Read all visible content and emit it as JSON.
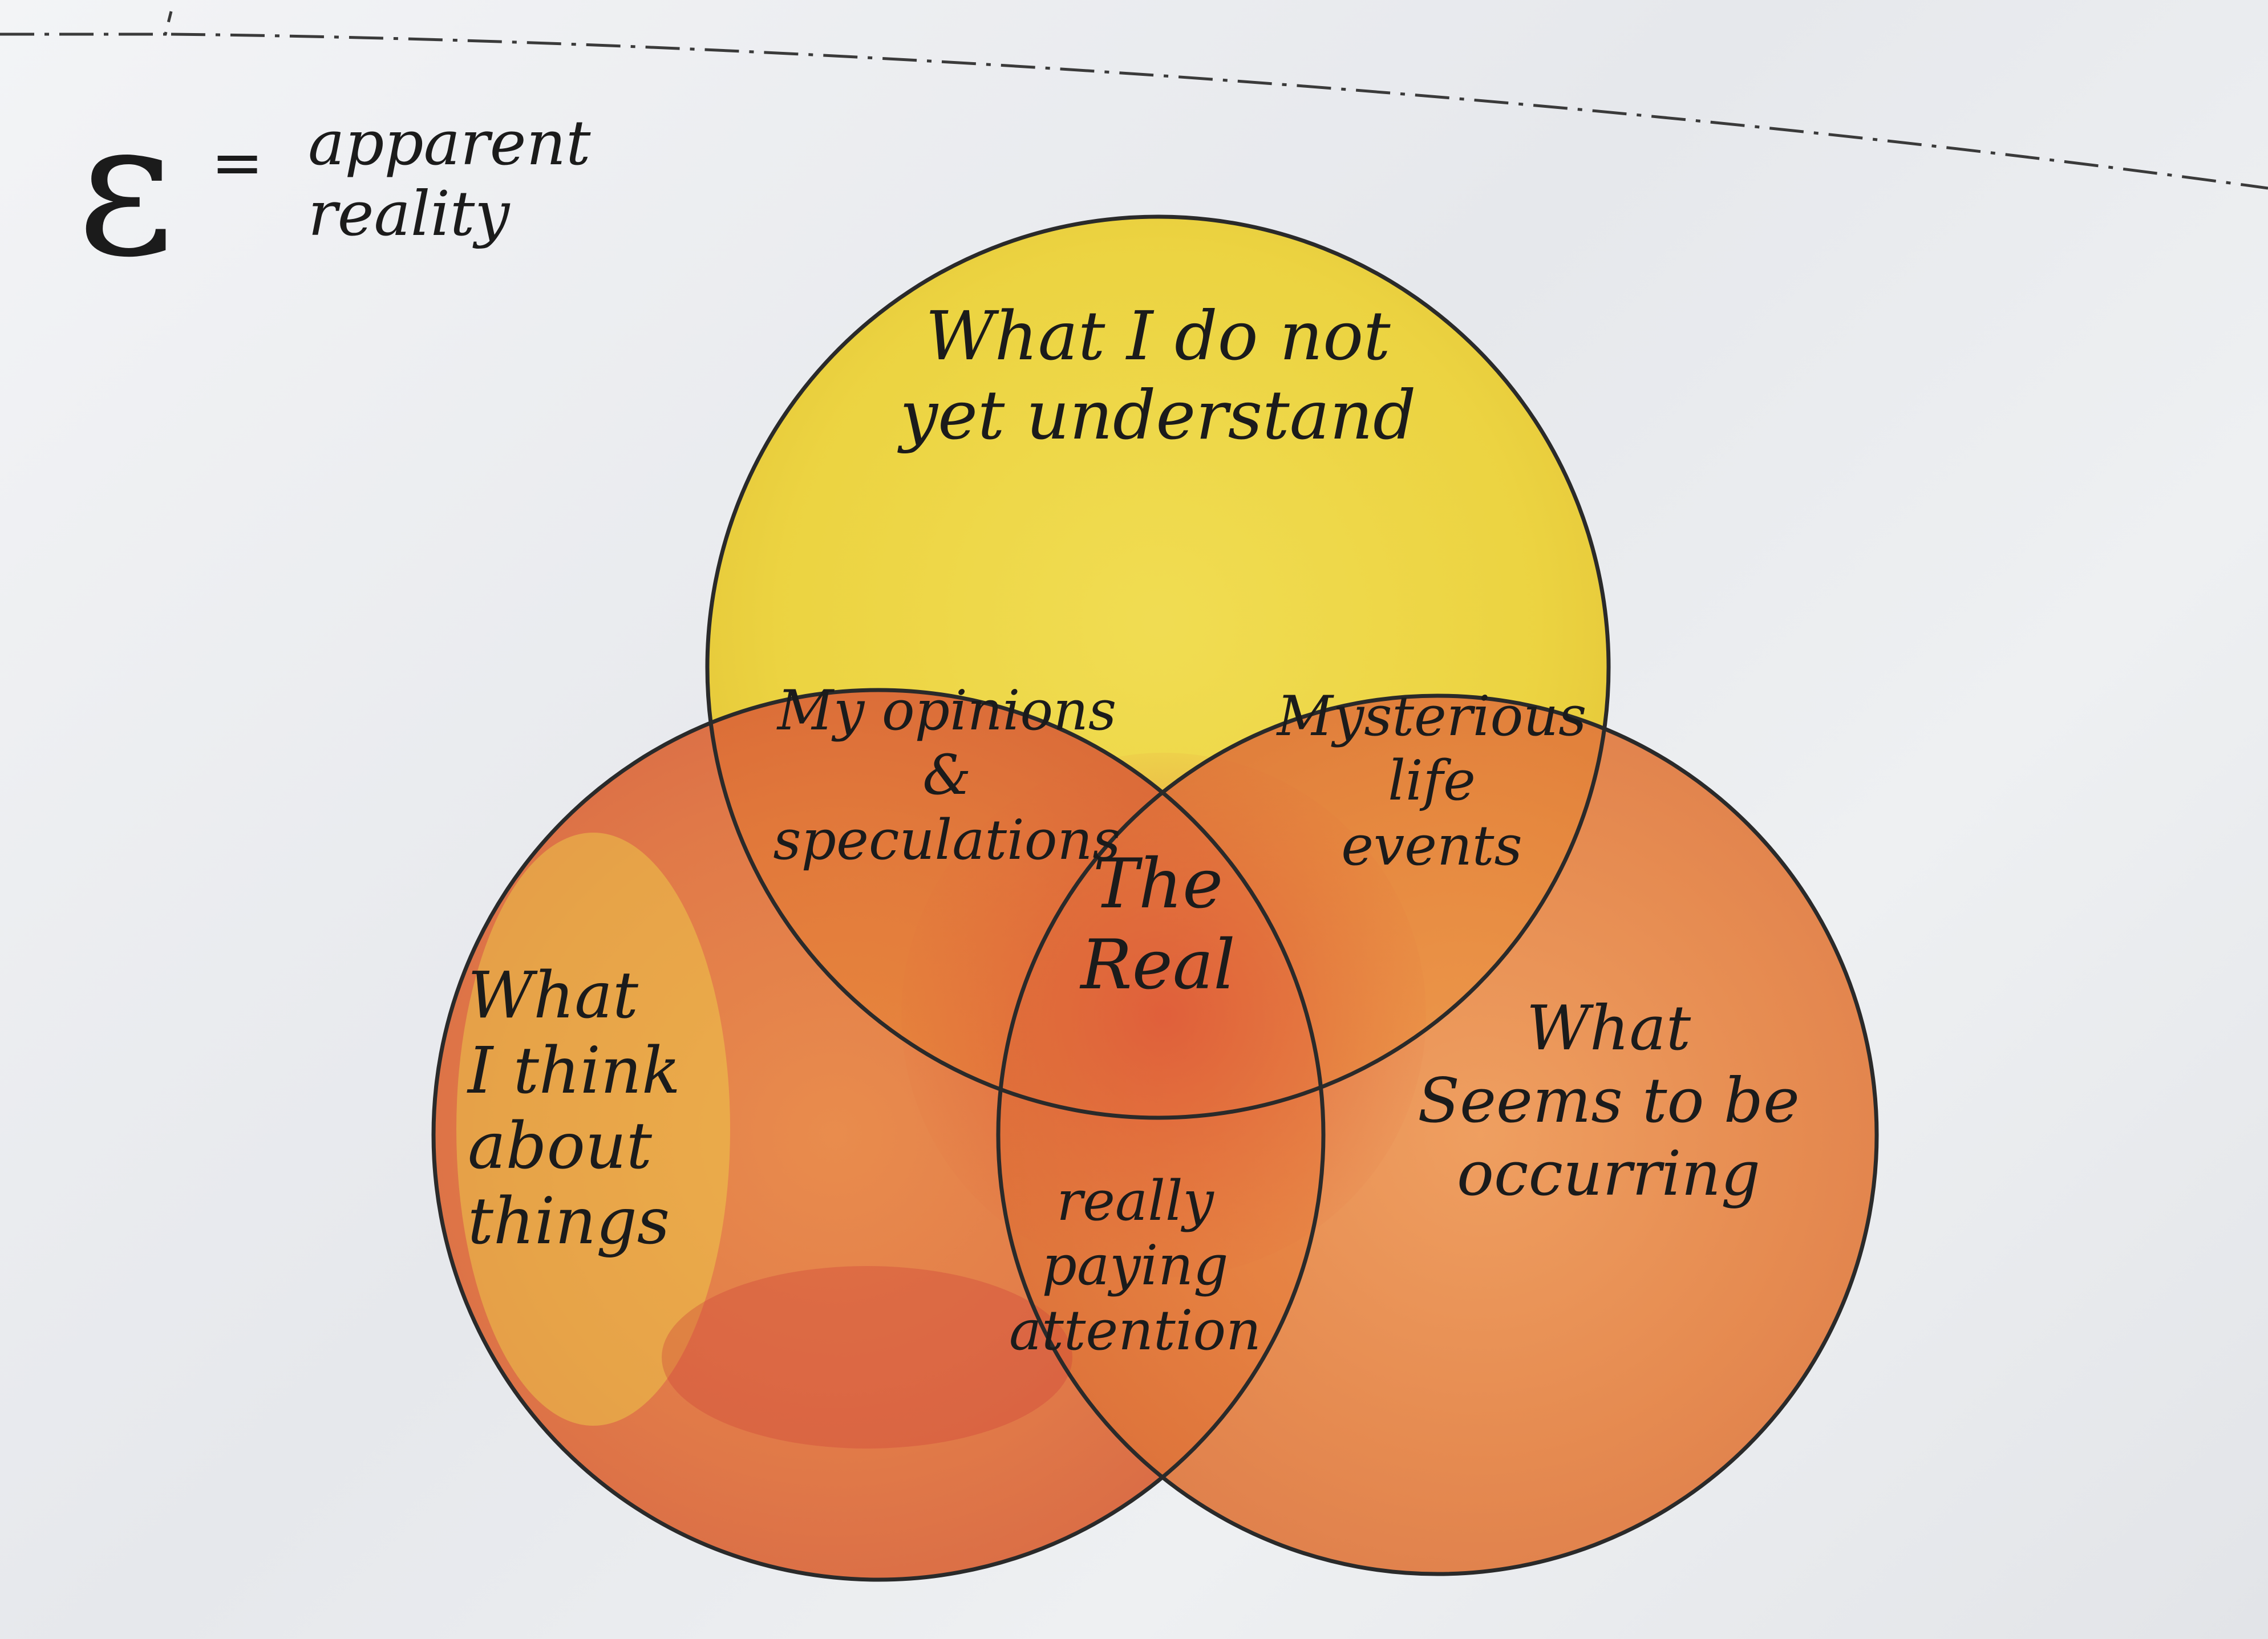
{
  "legend": {
    "symbol": "ε",
    "equals": "=",
    "definition": "apparent\nreality"
  },
  "regions": {
    "top": "What I do not\nyet understand",
    "left": "What\nI think\nabout\nthings",
    "right": "What\nSeems to be\noccurring",
    "top_left": "My opinions\n&\nspeculations",
    "top_right": "Mysterious\nlife\nevents",
    "bottom": "really\npaying\nattention",
    "center": "The\nReal"
  },
  "colors": {
    "top_circle": "#ecd238",
    "left_circle": "#e0743a",
    "right_circle": "#e5803f",
    "center_wash": "#d94a35",
    "outline": "#2a2a2a"
  }
}
